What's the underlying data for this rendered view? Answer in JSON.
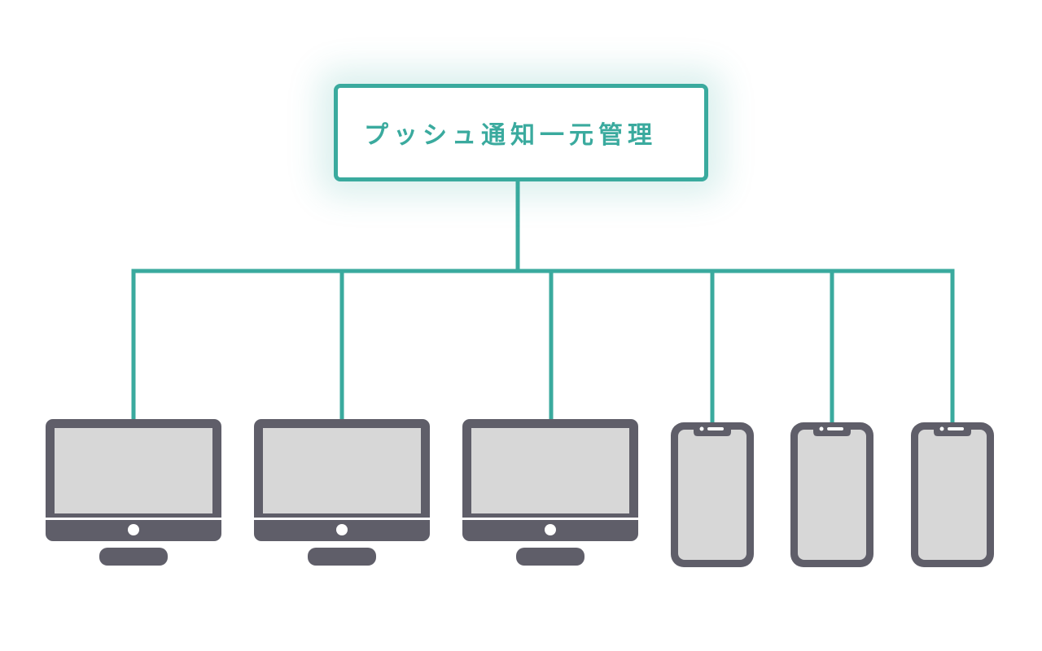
{
  "root": {
    "label": "プッシュ通知一元管理"
  },
  "colors": {
    "accent": "#3aaa9e",
    "device_frame": "#5f5e69",
    "device_screen": "#d7d7d7",
    "background": "#ffffff"
  },
  "devices": [
    {
      "type": "desktop-monitor",
      "icon": "desktop-monitor-icon"
    },
    {
      "type": "desktop-monitor",
      "icon": "desktop-monitor-icon"
    },
    {
      "type": "desktop-monitor",
      "icon": "desktop-monitor-icon"
    },
    {
      "type": "smartphone",
      "icon": "smartphone-icon"
    },
    {
      "type": "smartphone",
      "icon": "smartphone-icon"
    },
    {
      "type": "smartphone",
      "icon": "smartphone-icon"
    }
  ]
}
